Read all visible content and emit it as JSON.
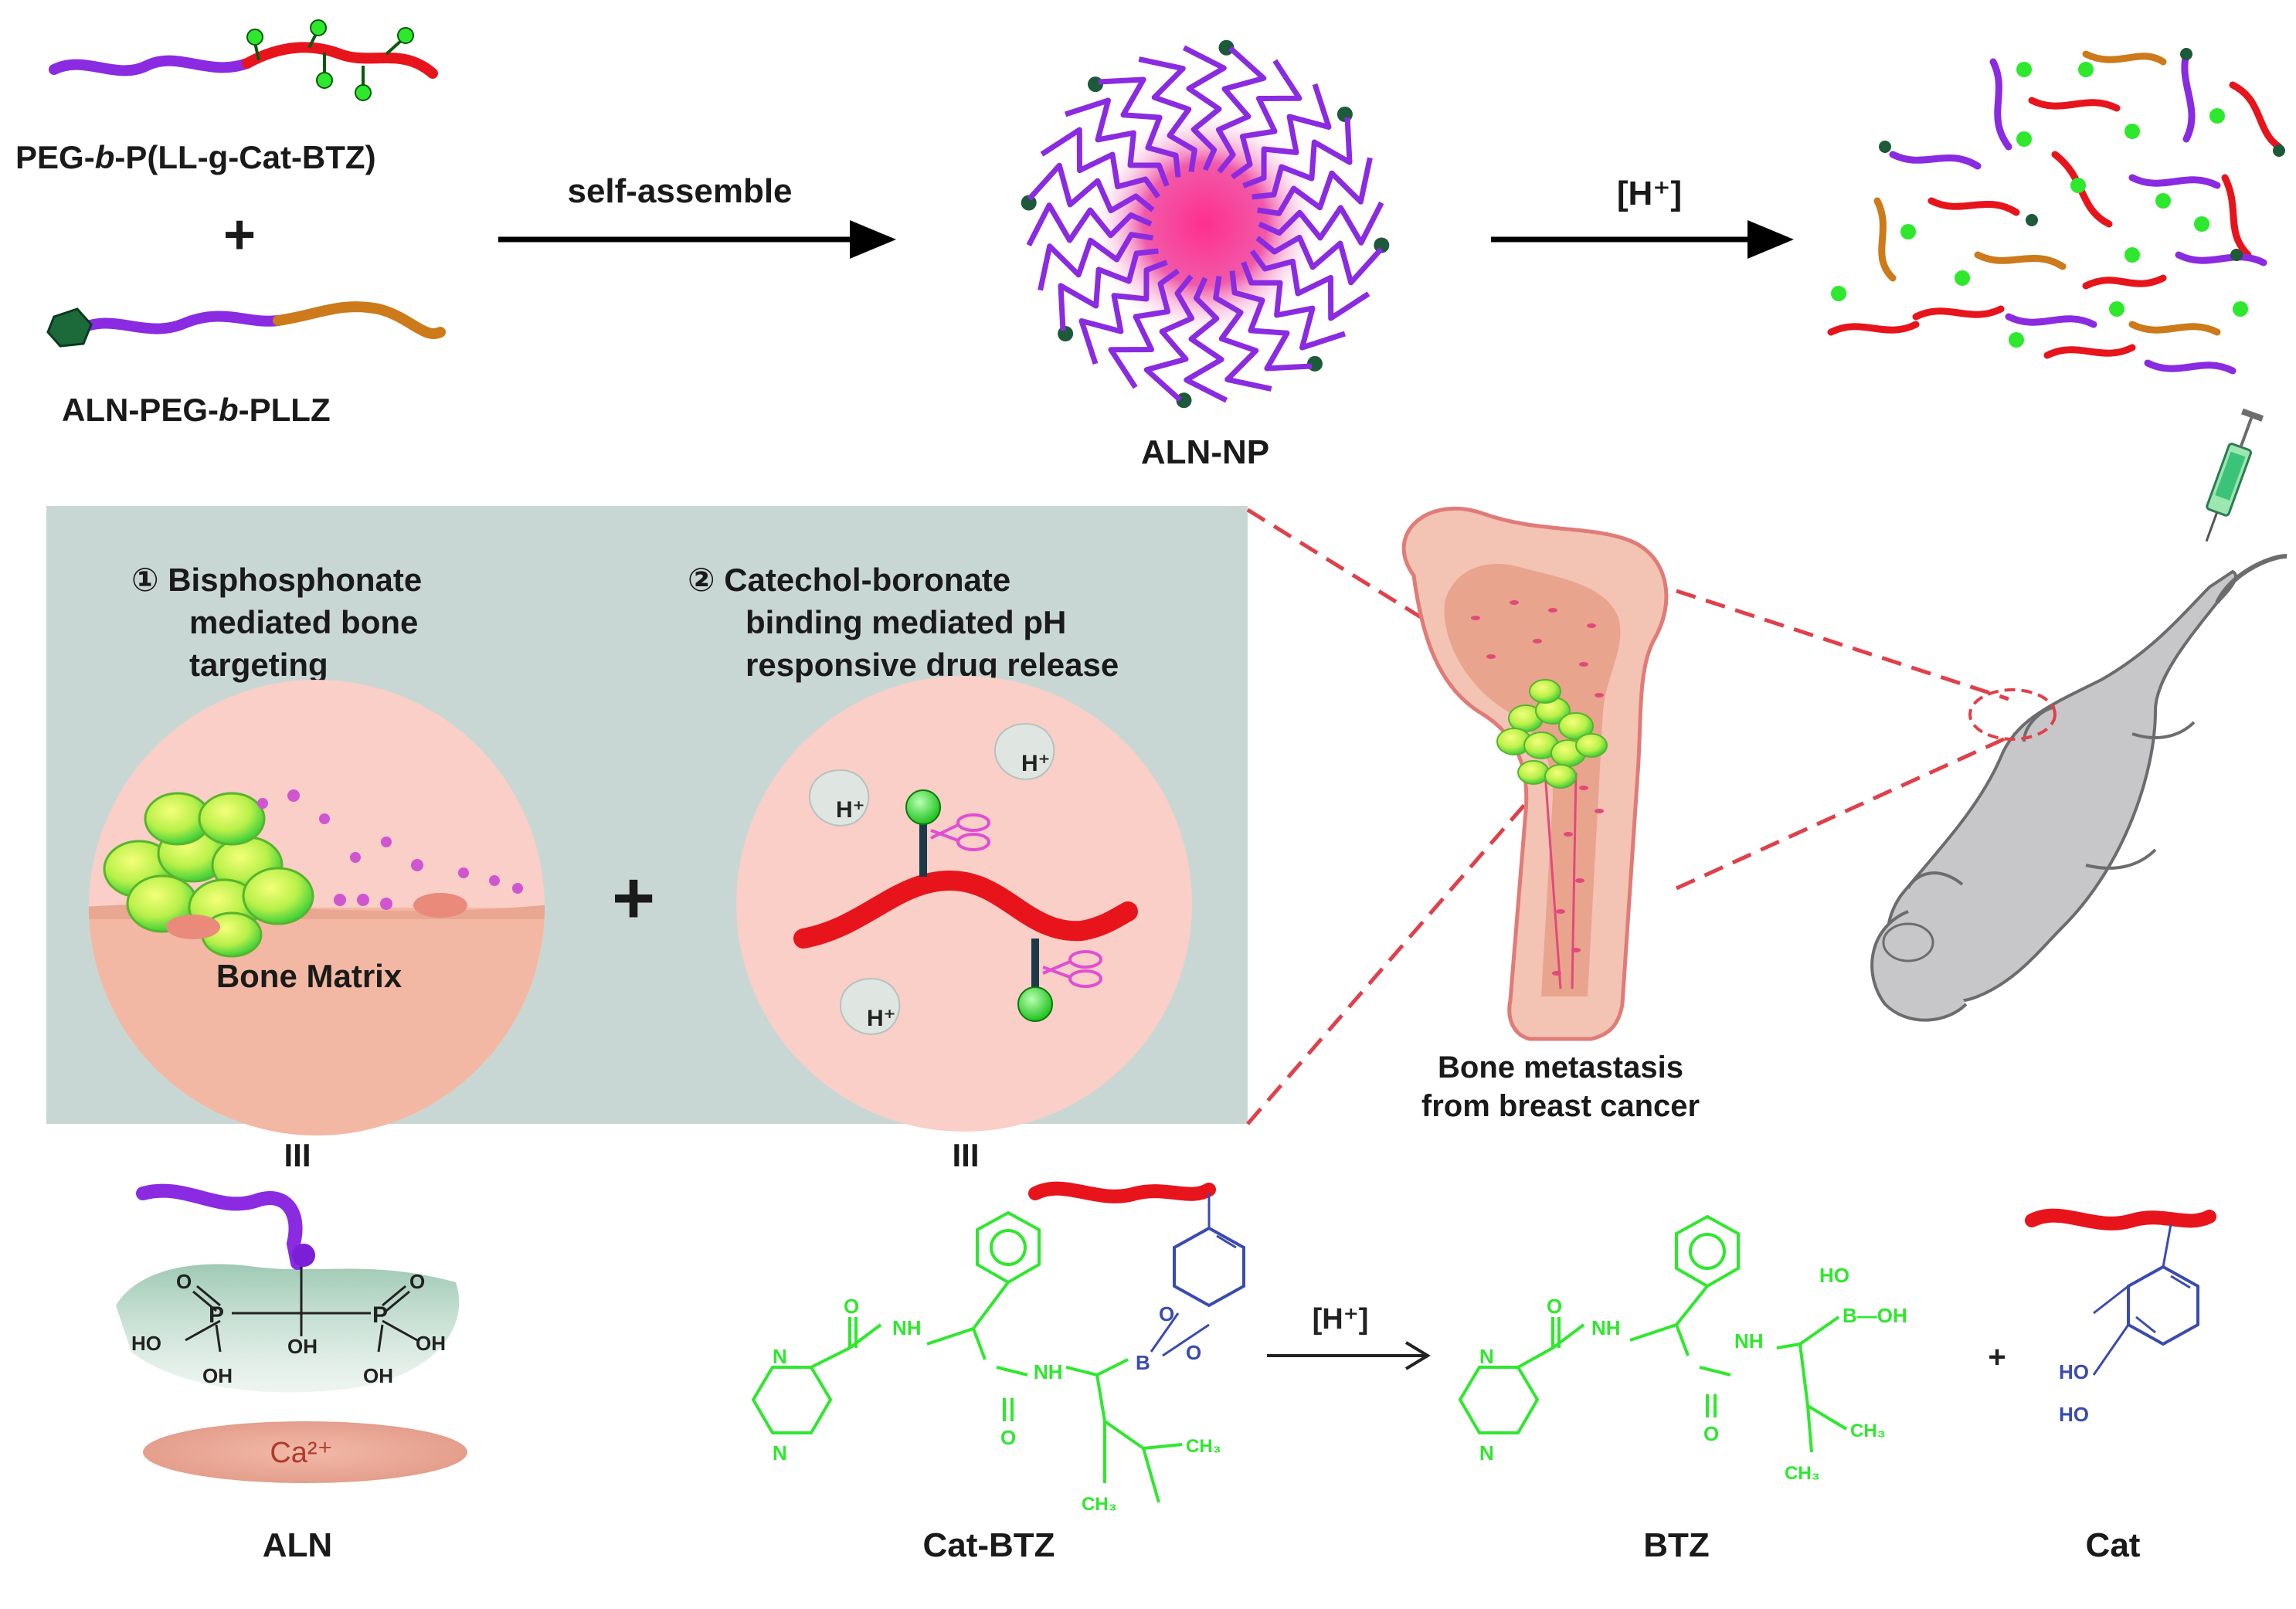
{
  "labels": {
    "polymer1": "PEG-b-P(LL-g-Cat-BTZ)",
    "polymer1_pre": "PEG-",
    "polymer1_b": "b",
    "polymer1_post": "-P(LL-g-Cat-BTZ)",
    "plus_top": "+",
    "polymer2": "ALN-PEG-b-PLLZ",
    "polymer2_pre": "ALN-PEG-",
    "polymer2_b": "b",
    "polymer2_post": "-PLLZ",
    "arrow_self_assemble": "self-assemble",
    "arrow_acid": "[H⁺]",
    "nanoparticle": "ALN-NP",
    "mechanism1": [
      "① Bisphosphonate",
      "mediated bone",
      "targeting"
    ],
    "mechanism2": [
      "② Catechol-boronate",
      "binding mediated pH",
      "responsive drug release"
    ],
    "bone_matrix": "Bone Matrix",
    "plus_middle": "+",
    "proton": "H⁺",
    "bone_metastasis": [
      "Bone metastasis",
      "from breast cancer"
    ],
    "roman_left": "III",
    "roman_right": "III",
    "aln": "ALN",
    "cat_btz": "Cat-BTZ",
    "btz": "BTZ",
    "cat": "Cat",
    "calcium": "Ca²⁺",
    "reaction_acid": "[H⁺]",
    "plus_bottom": "+"
  },
  "chem": {
    "oh": "OH",
    "ho": "HO",
    "o": "O",
    "p": "P",
    "n": "N",
    "nh": "NH",
    "b": "B",
    "ch3": "CH₃",
    "ho_b": "HO",
    "b_oh": "B—OH"
  },
  "colors": {
    "peg": "#8a2be2",
    "pll": "#e8141c",
    "plz": "#cc7a1a",
    "drug": "#2ee82e",
    "catechol": "#3a4bb0",
    "panel_bg": "#c9d7d4",
    "circle_bg": "#f9cfc7",
    "accent_red": "#e0404a"
  }
}
